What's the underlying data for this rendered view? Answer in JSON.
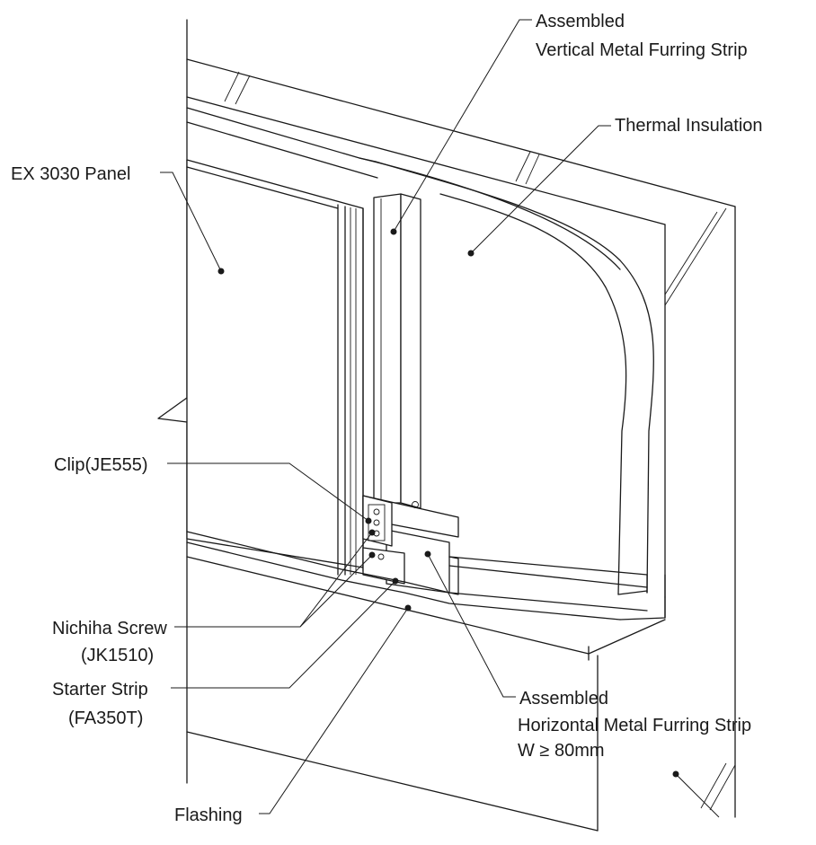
{
  "labels": {
    "vertical_furring": {
      "line1": "Assembled",
      "line2": "Vertical Metal Furring Strip"
    },
    "thermal_insulation": "Thermal Insulation",
    "panel": "EX 3030 Panel",
    "clip": "Clip(JE555)",
    "screw": {
      "line1": "Nichiha Screw",
      "line2": "(JK1510)"
    },
    "starter_strip": {
      "line1": "Starter Strip",
      "line2": "(FA350T)"
    },
    "horizontal_furring": {
      "line1": "Assembled",
      "line2": "Horizontal Metal Furring Strip",
      "line3": "W ≥ 80mm"
    },
    "flashing": "Flashing"
  }
}
